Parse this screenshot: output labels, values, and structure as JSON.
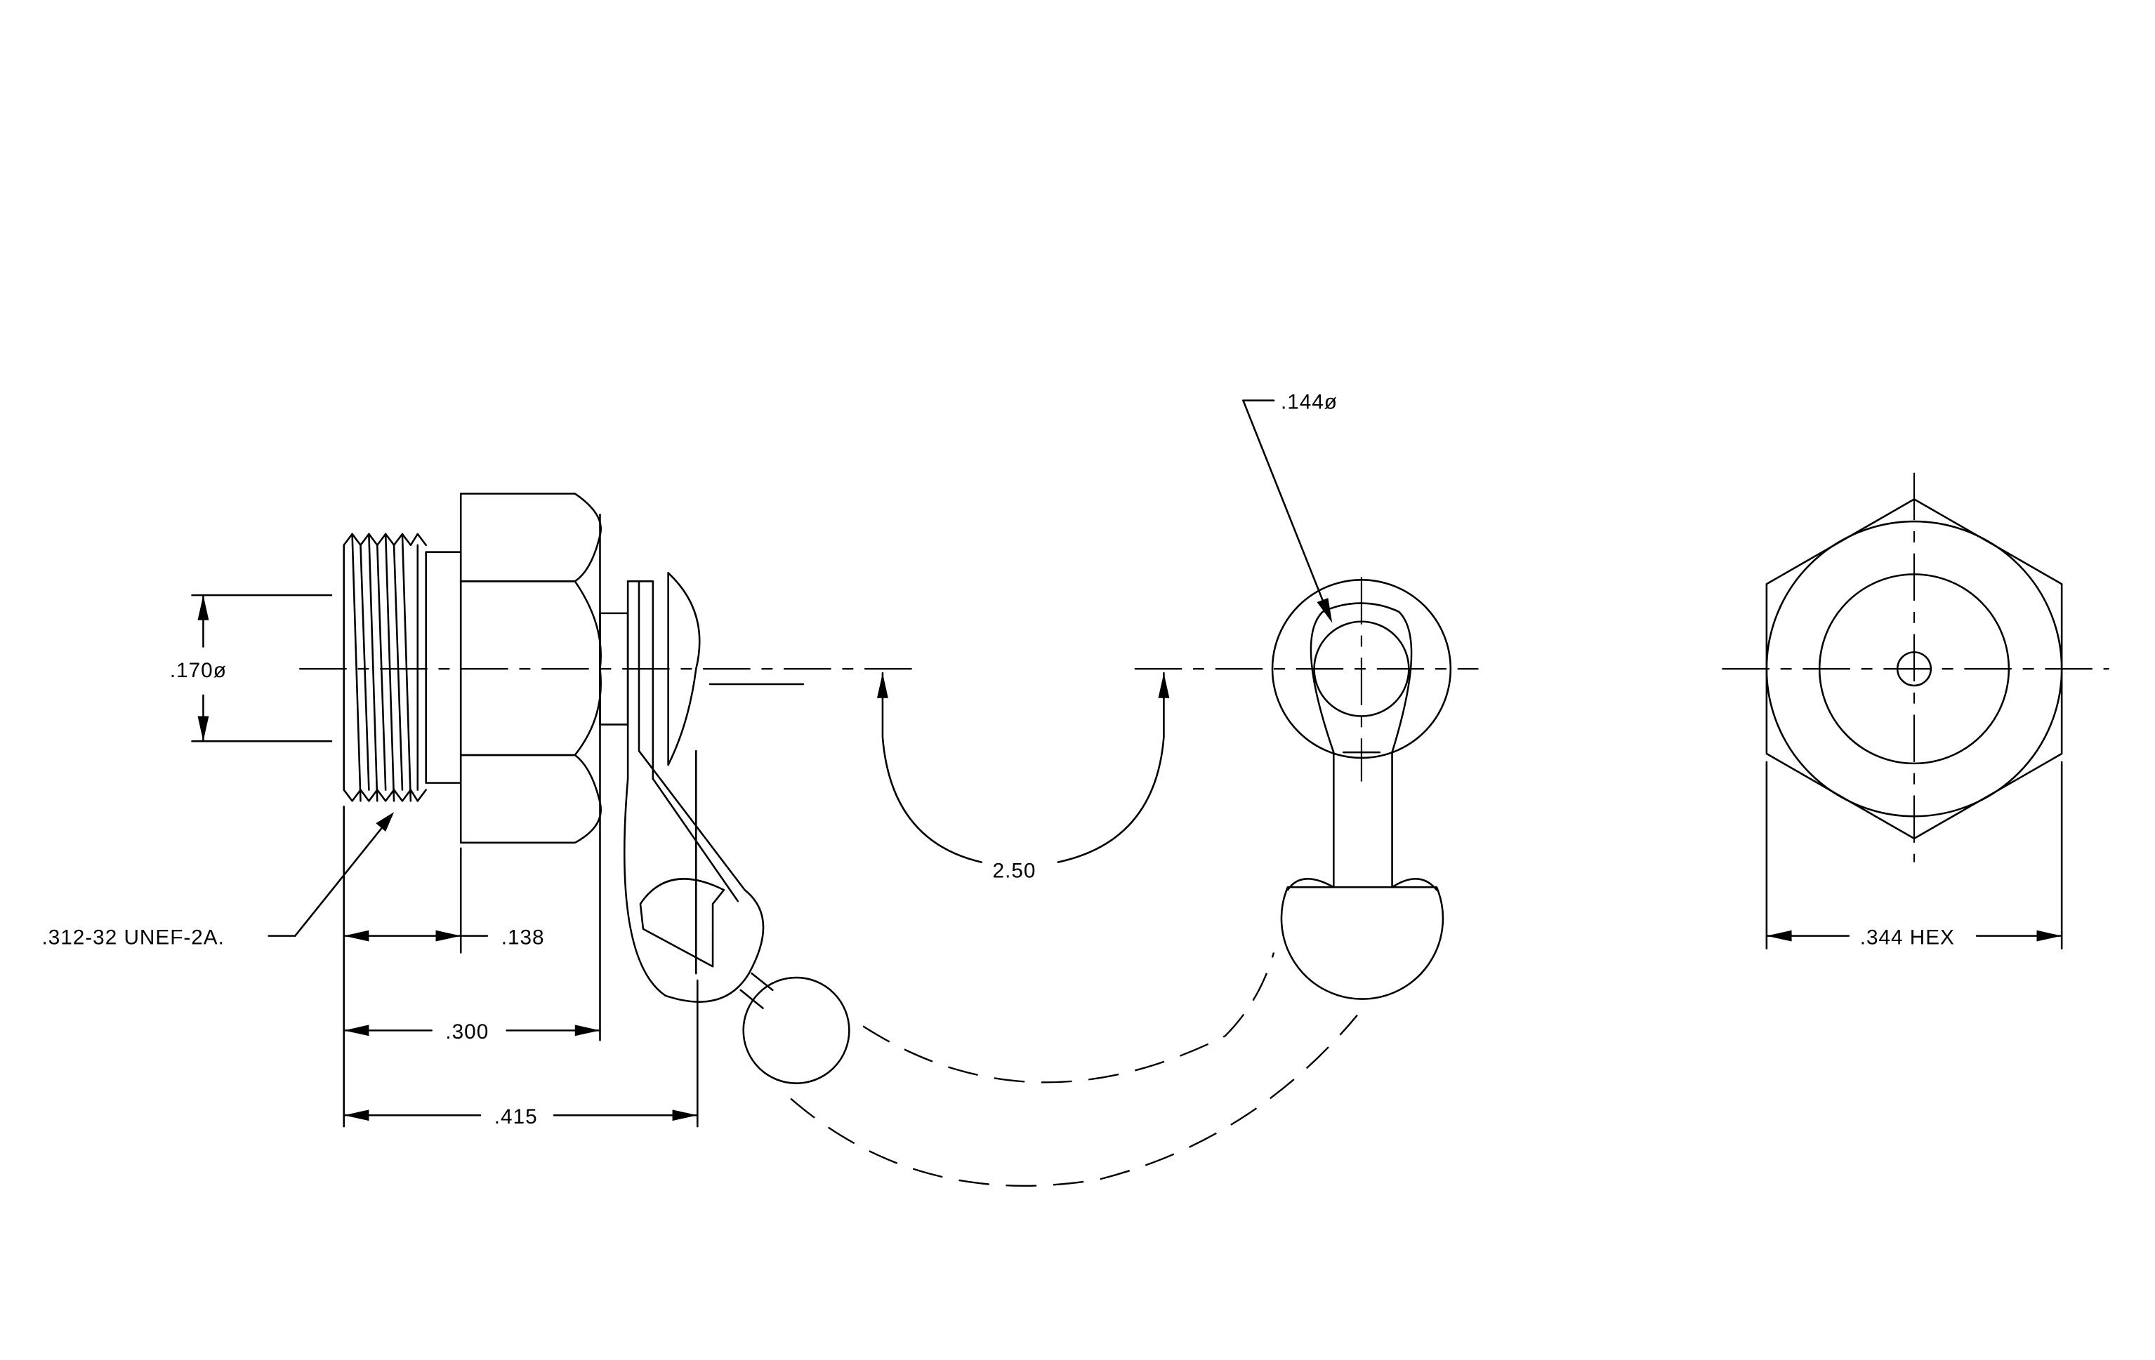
{
  "dimensions": {
    "thread_spec": ".312-32 UNEF-2A.",
    "bore_dia": ".170ø",
    "thread_length": ".138",
    "body_length": ".300",
    "overall_length": ".415",
    "hole_dia": ".144ø",
    "swing_radius": "2.50",
    "hex_size": ".344 HEX"
  }
}
